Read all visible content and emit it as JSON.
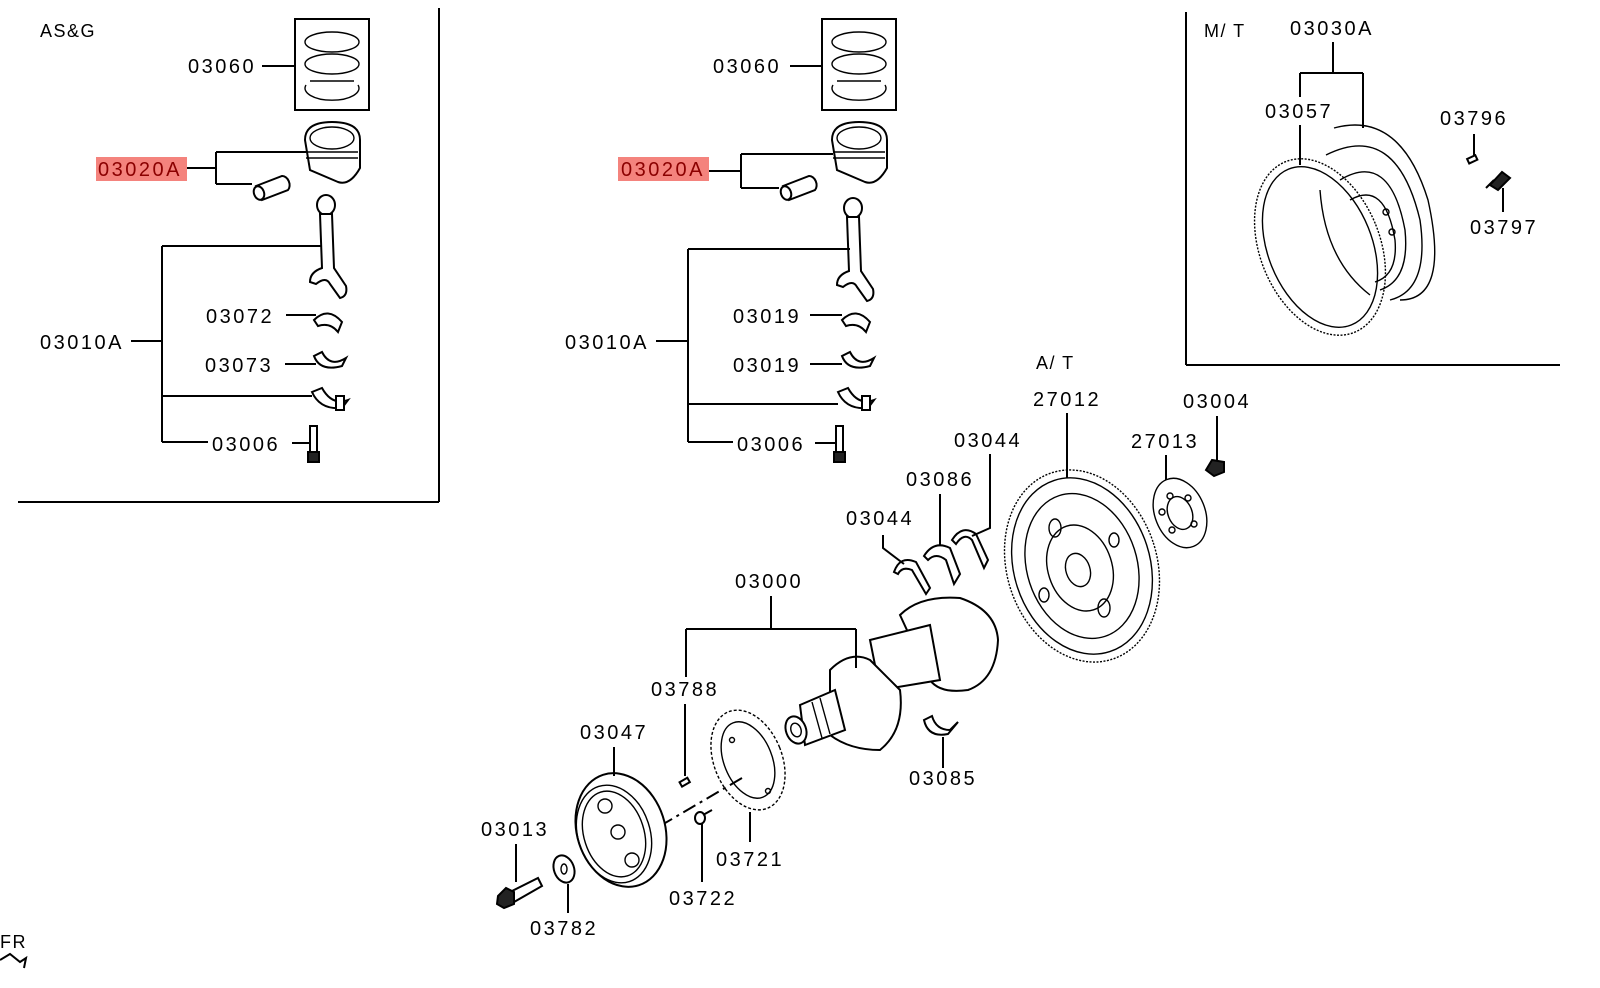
{
  "diagram": {
    "highlight_color": "#f4837d",
    "highlight_text_color": "#8b0000",
    "sections": {
      "asg": "AS&G",
      "mt": "M/ T",
      "at": "A/ T"
    },
    "asg_group": {
      "rings": "03060",
      "piston": "03020A",
      "rod_assy": "03010A",
      "bearing_upper": "03072",
      "bearing_lower": "03073",
      "bolt": "03006"
    },
    "std_group": {
      "rings": "03060",
      "piston": "03020A",
      "rod_assy": "03010A",
      "bearing_upper": "03019",
      "bearing_lower": "03019",
      "bolt": "03006"
    },
    "mt_group": {
      "flywheel_assy": "03030A",
      "ring_gear": "03057",
      "pin": "03796",
      "bolt": "03797"
    },
    "at_group": {
      "drive_plate": "27012",
      "adapter_plate": "27013",
      "bolt": "03004"
    },
    "crank_group": {
      "thrust_upper": "03044",
      "thrust_lower": "03044",
      "main_bearing_upper": "03086",
      "crankshaft_assy": "03000",
      "key": "03788",
      "main_bearing_lower": "03085",
      "damper_pulley": "03047",
      "sensor_plate": "03721",
      "screw": "03722",
      "pulley_bolt": "03013",
      "washer": "03782"
    },
    "direction": "FR"
  }
}
